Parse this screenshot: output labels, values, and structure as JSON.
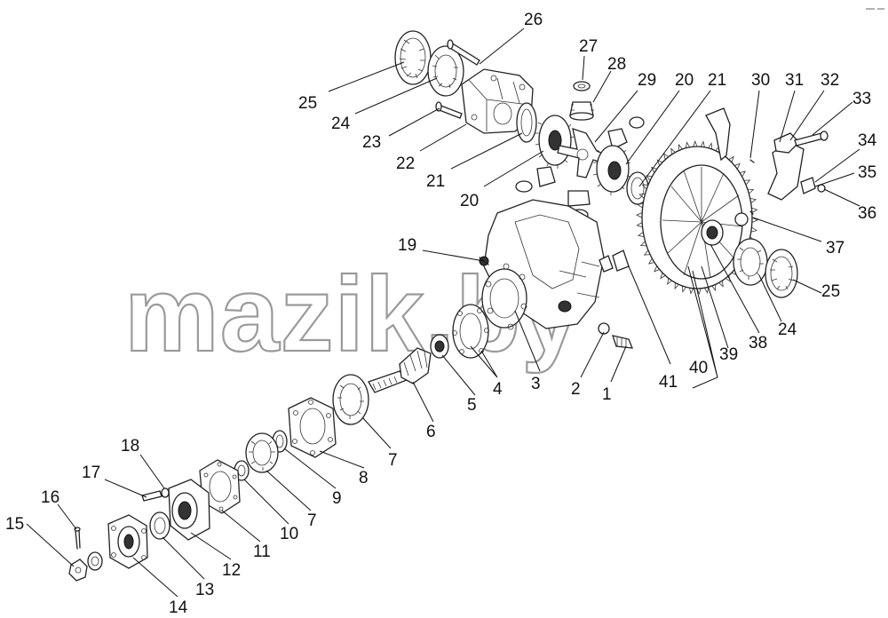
{
  "watermark": "mazik.by",
  "labels": [
    "1",
    "2",
    "3",
    "4",
    "5",
    "6",
    "7",
    "7",
    "8",
    "9",
    "10",
    "11",
    "12",
    "13",
    "14",
    "15",
    "16",
    "17",
    "18",
    "19",
    "20",
    "20",
    "21",
    "21",
    "22",
    "23",
    "24",
    "24",
    "25",
    "25",
    "26",
    "27",
    "28",
    "29",
    "30",
    "31",
    "32",
    "33",
    "34",
    "35",
    "36",
    "37",
    "38",
    "39",
    "40",
    "41"
  ]
}
